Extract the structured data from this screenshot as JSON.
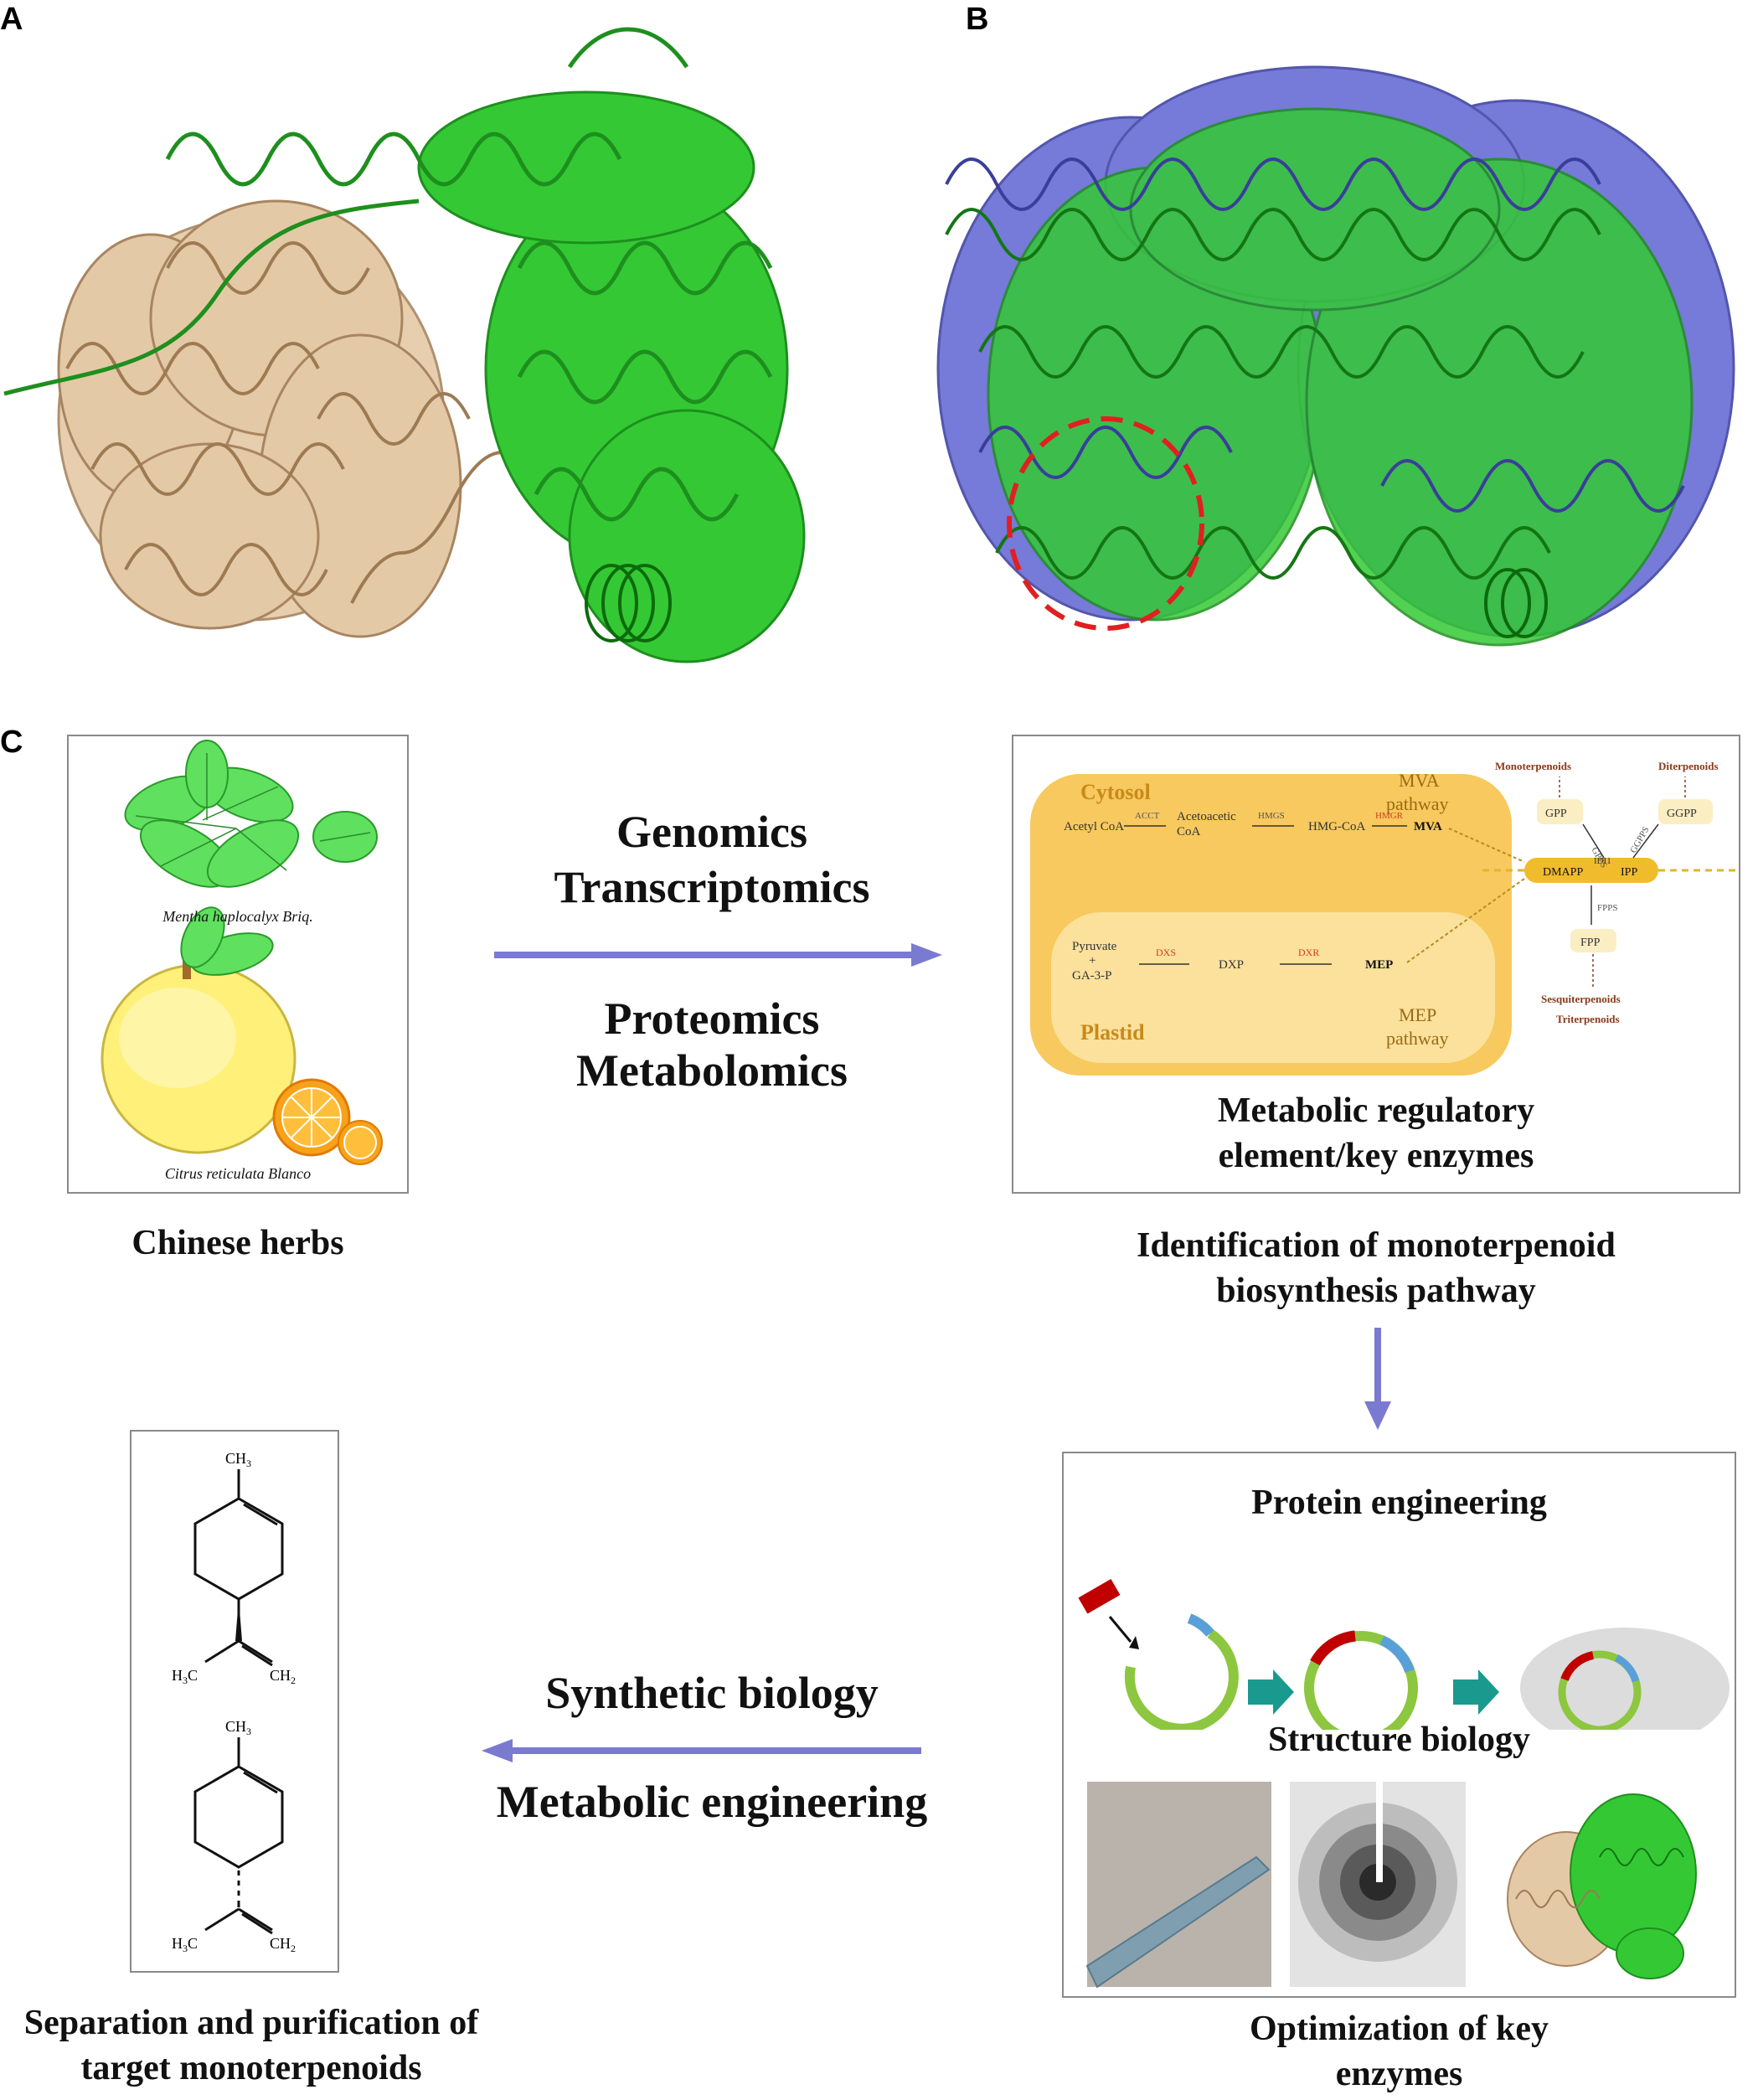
{
  "panels": {
    "a_label": "A",
    "b_label": "B",
    "c_label": "C"
  },
  "herbs": {
    "mint_name": "Mentha haplocalyx Briq.",
    "citrus_name": "Citrus reticulata Blanco",
    "caption": "Chinese herbs"
  },
  "omics": {
    "line1": "Genomics",
    "line2": "Transcriptomics",
    "line3": "Proteomics",
    "line4": "Metabolomics"
  },
  "pathway": {
    "cytosol": "Cytosol",
    "plastid": "Plastid",
    "mva_pathway": "MVA\npathway",
    "mep_pathway": "MEP\npathway",
    "acetyl_coa": "Acetyl CoA",
    "acct": "ACCT",
    "acetoacetic": "Acetoacetic\nCoA",
    "hmgs": "HMGS",
    "hmg_coa": "HMG-CoA",
    "hmgr": "HMGR",
    "mva": "MVA",
    "pyruvate": "Pyruvate",
    "plus": "+",
    "ga3p": "GA-3-P",
    "dxs": "DXS",
    "dxp": "DXP",
    "dxr": "DXR",
    "mep": "MEP",
    "dmapp": "DMAPP",
    "idi1": "IDI1",
    "ipp": "IPP",
    "gpp": "GPP",
    "ggpp": "GGPP",
    "fpp": "FPP",
    "gpps": "GPPS",
    "ggpps": "GGPPS",
    "fpps": "FPPS",
    "monoterpenoids": "Monoterpenoids",
    "diterpenoids": "Diterpenoids",
    "sesquiterpenoids": "Sesquiterpenoids",
    "triterpenoids": "Triterpenoids",
    "caption_line1": "Metabolic regulatory",
    "caption_line2": "element/key enzymes"
  },
  "identification": {
    "line1": "Identification of monoterpenoid",
    "line2": "biosynthesis pathway"
  },
  "engineering": {
    "protein_engineering": "Protein engineering",
    "structure_biology": "Structure biology",
    "caption_line1": "Optimization of key",
    "caption_line2": "enzymes"
  },
  "synbio": {
    "line1": "Synthetic biology",
    "line2": "Metabolic engineering"
  },
  "molecule": {
    "ch3": "CH3",
    "h3c": "H3C",
    "ch2": "CH2"
  },
  "separation": {
    "line1": "Separation and purification of",
    "line2": "target monoterpenoids"
  },
  "colors": {
    "helix_green": "#2ecc2e",
    "helix_tan": "#e0c3a0",
    "helix_blue": "#6f73d6",
    "arrow": "#7a7ad0",
    "dashed_circle": "#e02020",
    "teal_arrow": "#1a9a8e",
    "cytosol_fill": "#f5c55a"
  }
}
